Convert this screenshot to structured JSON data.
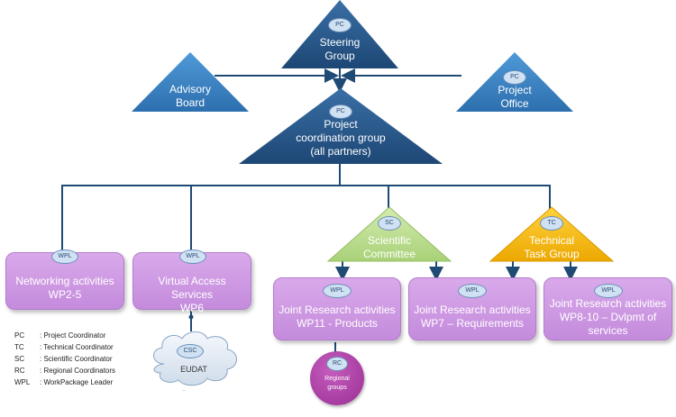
{
  "nodes": {
    "steering": {
      "badge": "PC",
      "line1": "Steering",
      "line2": "Group"
    },
    "advisory": {
      "line1": "Advisory",
      "line2": "Board"
    },
    "project_office": {
      "badge": "PC",
      "line1": "Project",
      "line2": "Office"
    },
    "coordination": {
      "badge": "PC",
      "line1": "Project",
      "line2": "coordination group",
      "line3": "(all partners)"
    },
    "scientific": {
      "badge": "SC",
      "line1": "Scientific",
      "line2": "Committee"
    },
    "technical": {
      "badge": "TC",
      "line1": "Technical",
      "line2": "Task Group"
    }
  },
  "boxes": {
    "networking": {
      "badge": "WPL",
      "line1": "Networking activities",
      "line2": "WP2-5"
    },
    "virtual_access": {
      "badge": "WPL",
      "line1": "Virtual Access Services",
      "line2": "WP6"
    },
    "jra_products": {
      "badge": "WPL",
      "line1": "Joint Research activities",
      "line2": "WP11 - Products"
    },
    "jra_requirements": {
      "badge": "WPL",
      "line1": "Joint Research activities",
      "line2": "WP7 – Requirements"
    },
    "jra_dvlpmt": {
      "badge": "WPL",
      "line1": "Joint Research activities",
      "line2": "WP8-10 – Dvlpmt of",
      "line3": "services"
    }
  },
  "cloud": {
    "badge": "CSC",
    "label": "EUDAT"
  },
  "regional": {
    "badge": "RC",
    "line1": "Regional",
    "line2": "groups"
  },
  "legend": [
    {
      "abbr": "PC",
      "desc": ": Project Coordinator"
    },
    {
      "abbr": "TC",
      "desc": ": Technical Coordinator"
    },
    {
      "abbr": "SC",
      "desc": ": Scientific Coordinator"
    },
    {
      "abbr": "RC",
      "desc": ": Regional Coordinators"
    },
    {
      "abbr": "WPL",
      "desc": ": WorkPackage Leader"
    }
  ],
  "colors": {
    "blue_triangle": "#2f5f95",
    "blue_triangle_light": "#3f86c8",
    "green_triangle": "#b9df88",
    "yellow_triangle": "#f3b400",
    "purple_box": "#c48bdc",
    "connector": "#1f4a73"
  }
}
